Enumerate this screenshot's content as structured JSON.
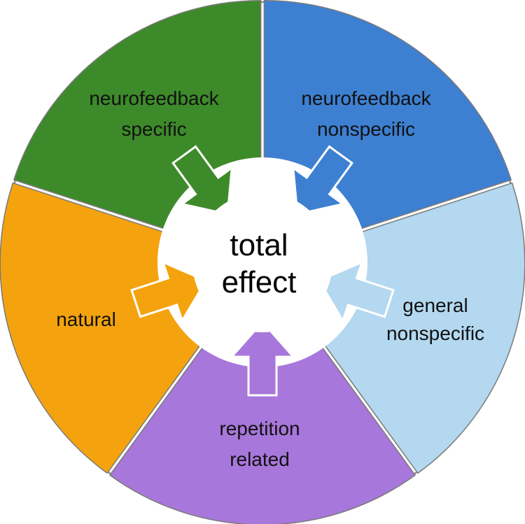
{
  "center": {
    "line1": "total",
    "line2": "effect"
  },
  "segments": [
    {
      "id": "neurofeedback-specific",
      "line1": "neurofeedback",
      "line2": "specific",
      "color": "#3d8a2a"
    },
    {
      "id": "neurofeedback-nonspecific",
      "line1": "neurofeedback",
      "line2": "nonspecific",
      "color": "#3d80d2"
    },
    {
      "id": "general-nonspecific",
      "line1": "general",
      "line2": "nonspecific",
      "color": "#b3d8f0"
    },
    {
      "id": "repetition-related",
      "line1": "repetition",
      "line2": "related",
      "color": "#a877db"
    },
    {
      "id": "natural",
      "line1": "natural",
      "line2": "",
      "color": "#f4a30e"
    }
  ],
  "outline_color": "#7a7a7a"
}
